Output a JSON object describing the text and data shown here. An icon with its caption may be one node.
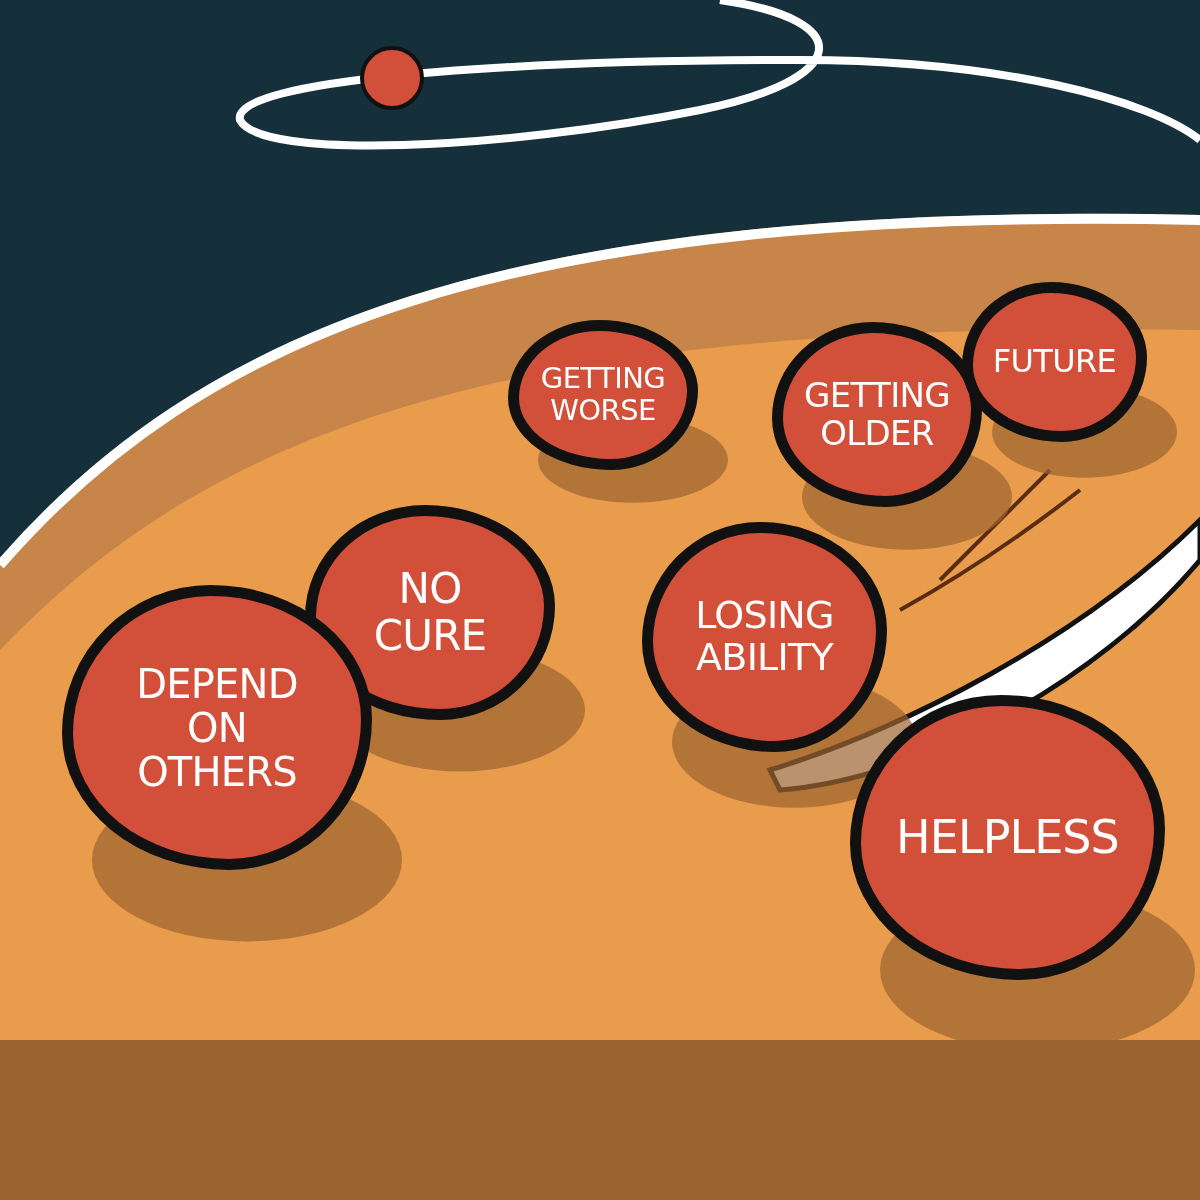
{
  "diagram": {
    "nodes": [
      {
        "text": [
          "GETTING WORSE"
        ]
      },
      {
        "text": [
          "GETTING OLDER"
        ]
      },
      {
        "text": [
          "FUTURE"
        ]
      },
      {
        "text": [
          "NO CURE"
        ]
      },
      {
        "text": [
          "LOSING ABILITY"
        ]
      },
      {
        "text": [
          "DEPEND ON OTHERS"
        ]
      },
      {
        "text": [
          "HELPLESS"
        ]
      }
    ]
  }
}
